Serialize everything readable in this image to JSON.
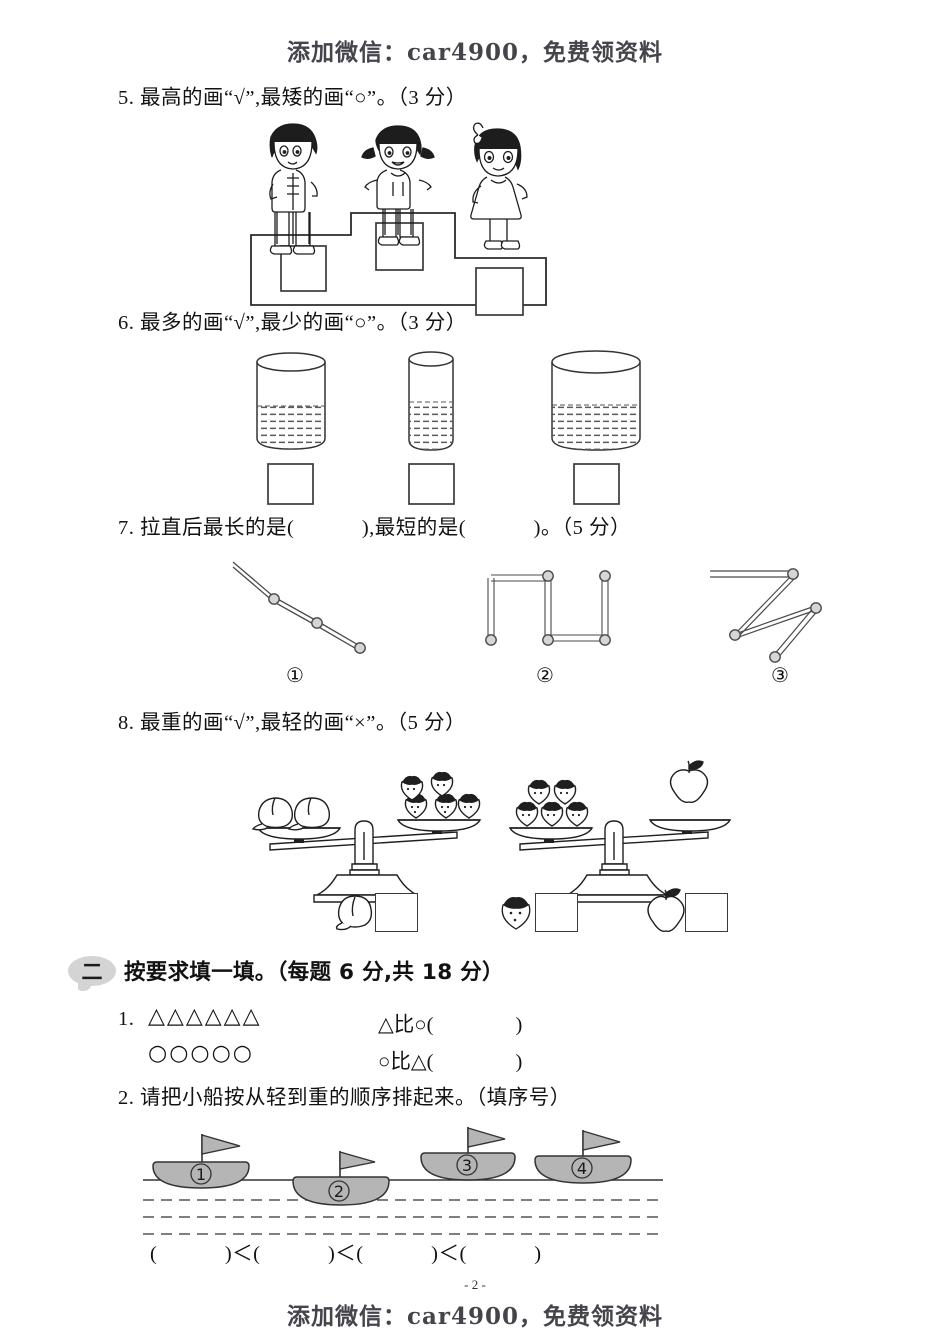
{
  "watermark": {
    "top": "添加微信：car4900，免费领资料",
    "bottom": "添加微信：car4900，免费领资料"
  },
  "page_number": "- 2 -",
  "questions": [
    {
      "id": "q5",
      "text": "5. 最高的画“√”,最矮的画“○”。（3 分）",
      "figure": "podium-three-children",
      "answer_boxes": 3
    },
    {
      "id": "q6",
      "text": "6. 最多的画“√”,最少的画“○”。（3 分）",
      "figure": "three-water-cups",
      "answer_boxes": 3
    },
    {
      "id": "q7",
      "text": "7. 拉直后最长的是(            ),最短的是(            )。（5 分）",
      "figure": "three-bent-lines",
      "labels": [
        "①",
        "②",
        "③"
      ]
    },
    {
      "id": "q8",
      "text": "8. 最重的画“√”,最轻的画“×”。（5 分）",
      "figure": "two-balance-scales",
      "answer_boxes": 3,
      "fruit_labels": [
        "peach-icon",
        "strawberry-icon",
        "apple-icon"
      ]
    }
  ],
  "section_two": {
    "badge": "二",
    "title": "按要求填一填。（每题 6 分,共 18 分）",
    "items": [
      {
        "id": "s2q1",
        "number": "1.",
        "row1_shapes": "△△△△△△",
        "row2_shapes": "○○○○○",
        "row1_compare": "△比○(                )",
        "row2_compare": "○比△(                )"
      },
      {
        "id": "s2q2",
        "number": "2.",
        "text": "2. 请把小船按从轻到重的顺序排起来。（填序号）",
        "figure": "four-boats-in-water",
        "boat_labels": [
          "①",
          "②",
          "③",
          "④"
        ],
        "answer_line": "(            )＜(            )＜(            )＜(            )"
      }
    ]
  },
  "colors": {
    "ink": "#121212",
    "line": "#3a3a3a",
    "badge_gray": "#d4d4d4",
    "boat_gray": "#b5b5b5",
    "node_gray": "#cccccc"
  }
}
